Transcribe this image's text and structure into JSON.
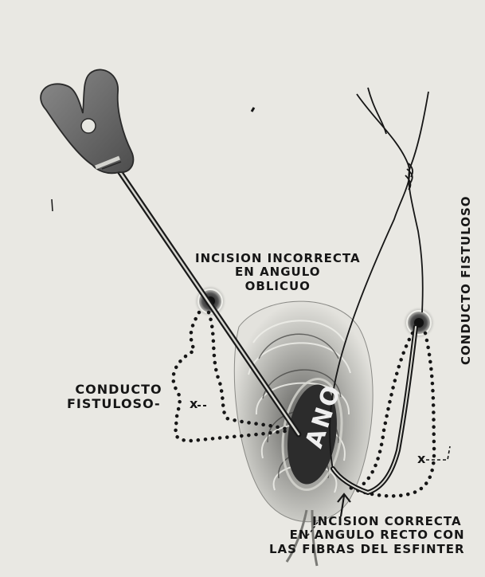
{
  "labels": {
    "incorrect_line1": "INCISION INCORRECTA",
    "incorrect_line2": "EN ANGULO",
    "incorrect_line3": "OBLICUO",
    "conducto_left_line1": "CONDUCTO",
    "conducto_left_line2": "FISTULOSO-",
    "conducto_right": "CONDUCTO FISTULOSO",
    "correct_line1": "INCISION CORRECTA",
    "correct_line2": "EN ANGULO RECTO CON",
    "correct_line3": "LAS FIBRAS DEL ESFINTER",
    "anus": "ANO"
  },
  "colors": {
    "background": "#e9e8e3",
    "instrument": "#6e6e6e",
    "ink": "#161616",
    "tissue": "#b9b9b4",
    "anus_fill": "#2c2c2c"
  }
}
